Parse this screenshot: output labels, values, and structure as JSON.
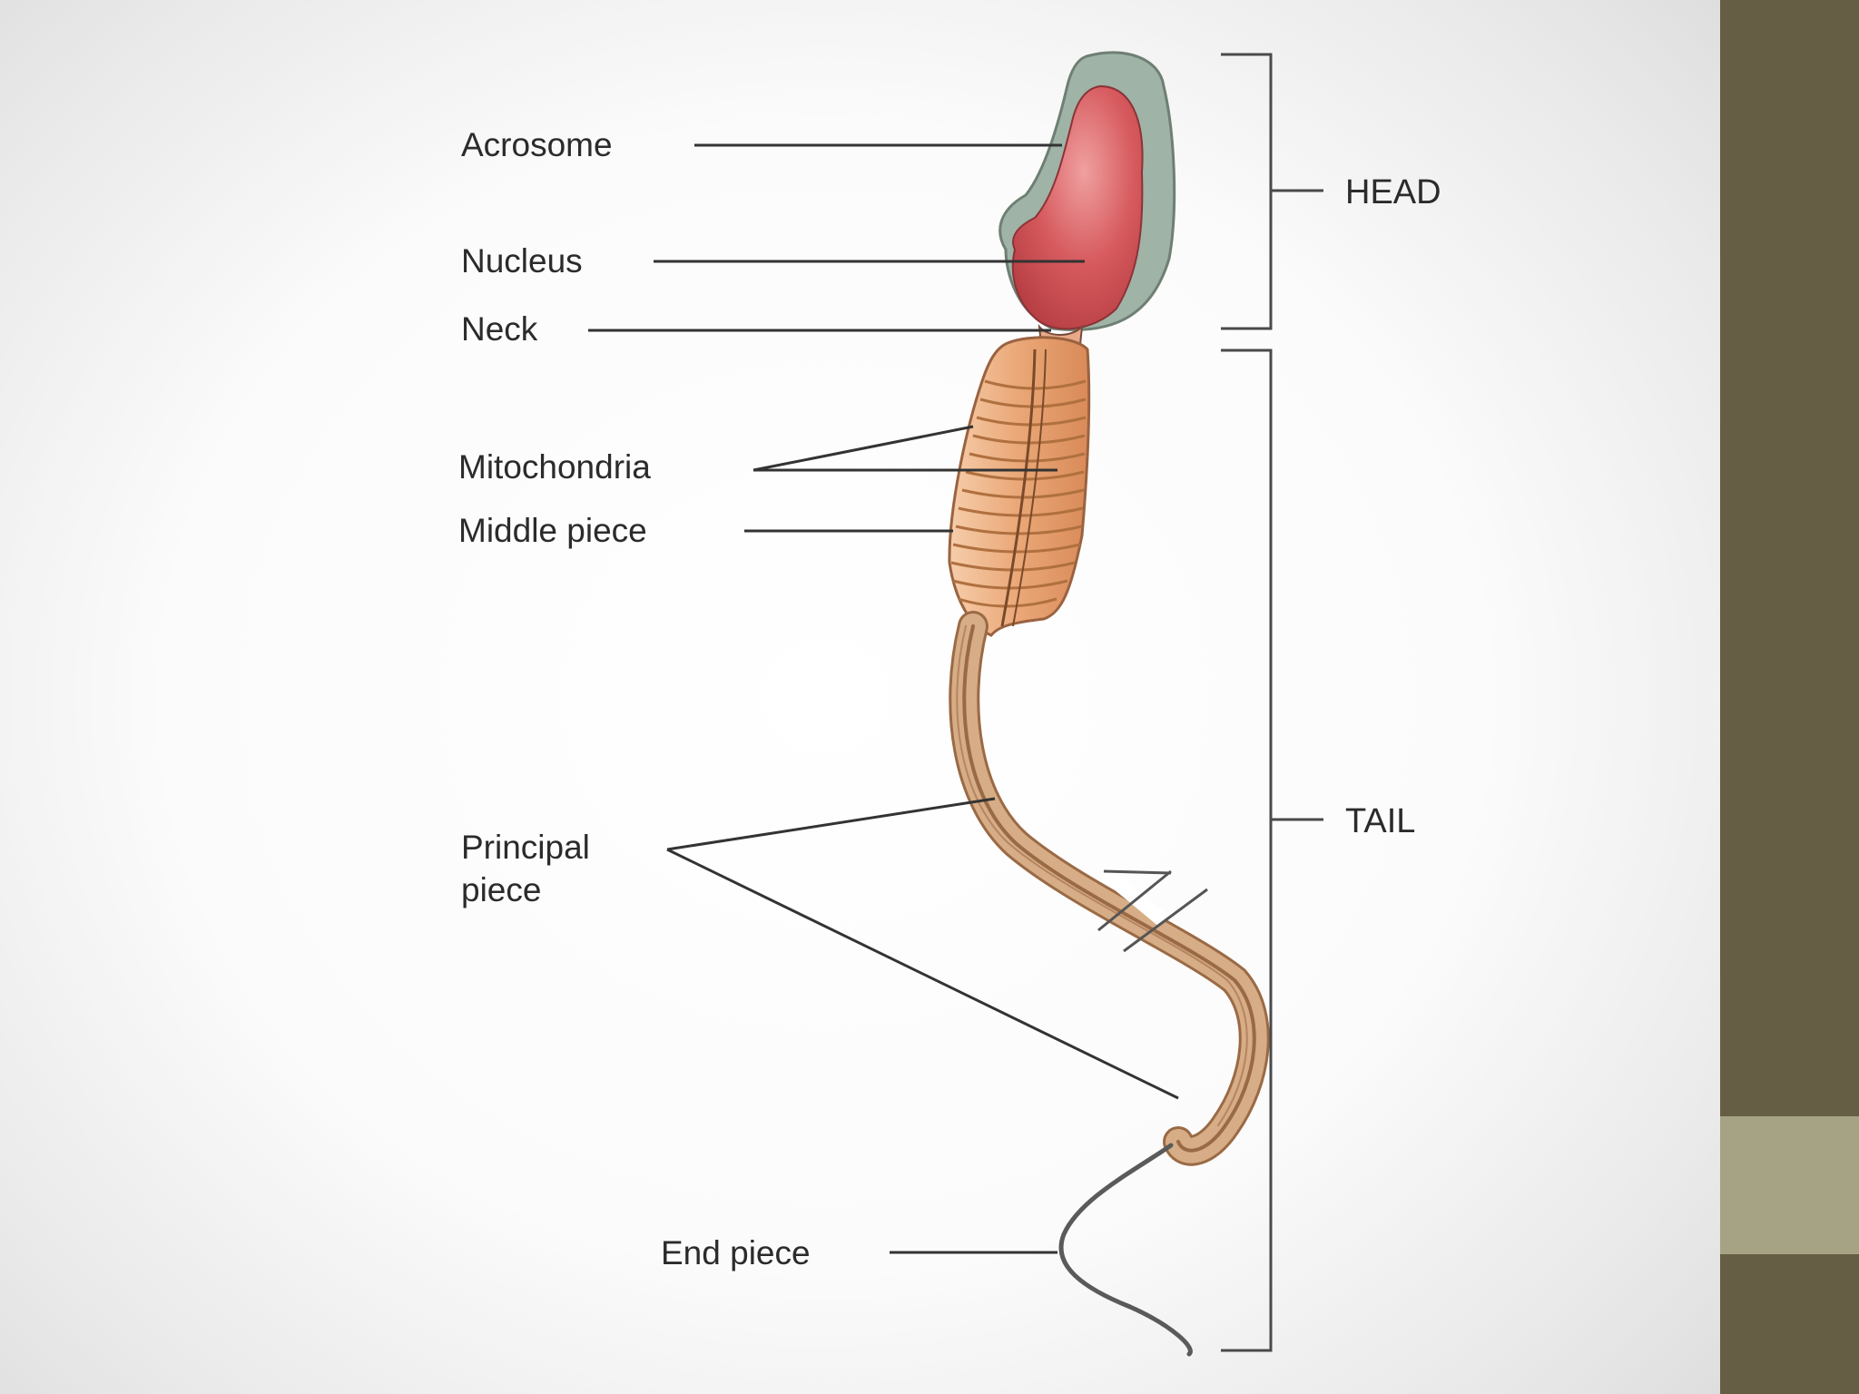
{
  "colors": {
    "sidebar_dark": "#665d45",
    "sidebar_light": "#a6a384",
    "acrosome": "#9fb3a6",
    "nucleus": "#d4555a",
    "midpiece": "#e9a676",
    "tail": "#caa07a",
    "leader_line": "#333333",
    "label_text": "#2b2b2b"
  },
  "labels": {
    "acrosome": "Acrosome",
    "nucleus": "Nucleus",
    "neck": "Neck",
    "mitochondria": "Mitochondria",
    "middle_piece": "Middle piece",
    "principal_line1": "Principal",
    "principal_line2": "piece",
    "end_piece": "End piece"
  },
  "regions": {
    "head": "HEAD",
    "tail": "TAIL"
  }
}
